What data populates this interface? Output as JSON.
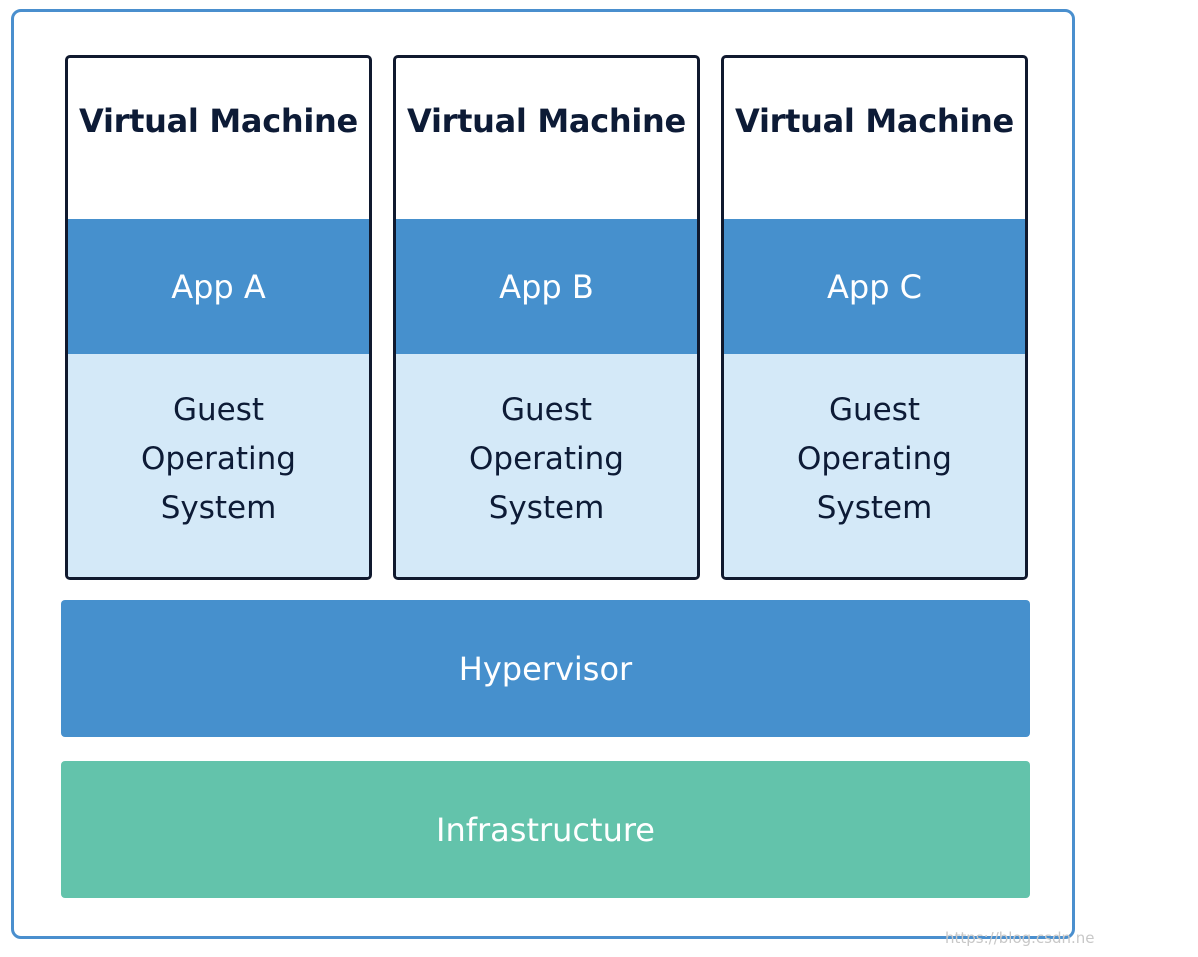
{
  "colors": {
    "frame_border": "#4a8fce",
    "vm_border": "#10192e",
    "app_fill": "#4690cd",
    "guest_os_fill": "#d4e9f8",
    "hypervisor_fill": "#4690cd",
    "infrastructure_fill": "#63c3ab",
    "dark_text": "#0d1b36"
  },
  "virtual_machines": [
    {
      "title": "Virtual Machine",
      "app": "App A",
      "guest_os": [
        "Guest",
        "Operating",
        "System"
      ]
    },
    {
      "title": "Virtual Machine",
      "app": "App B",
      "guest_os": [
        "Guest",
        "Operating",
        "System"
      ]
    },
    {
      "title": "Virtual Machine",
      "app": "App C",
      "guest_os": [
        "Guest",
        "Operating",
        "System"
      ]
    }
  ],
  "hypervisor": "Hypervisor",
  "infrastructure": "Infrastructure",
  "watermark": "https://blog.csdn.ne"
}
